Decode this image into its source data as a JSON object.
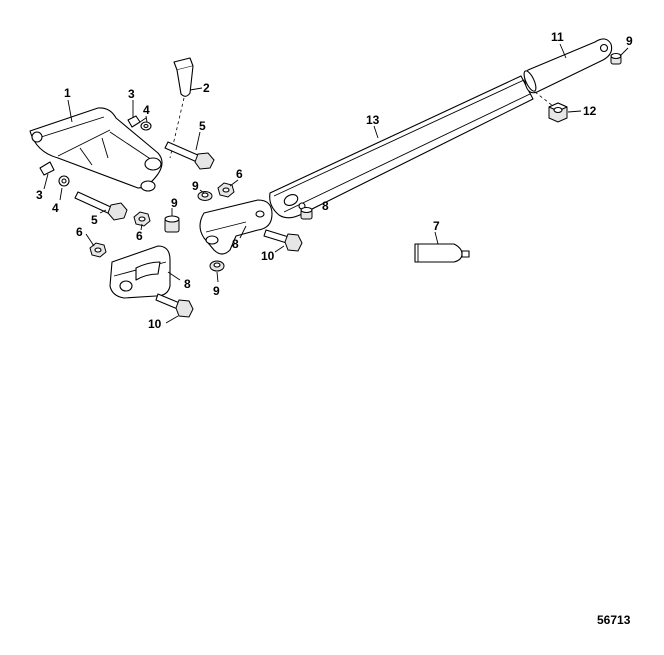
{
  "diagram": {
    "figure_number": "56713",
    "callouts": {
      "c1": "1",
      "c2": "2",
      "c3a": "3",
      "c3b": "3",
      "c4a": "4",
      "c4b": "4",
      "c5a": "5",
      "c5b": "5",
      "c6a": "6",
      "c6b": "6",
      "c6c": "6",
      "c7": "7",
      "c8a": "8",
      "c8b": "8",
      "c8c": "8",
      "c9a": "9",
      "c9b": "9",
      "c9c": "9",
      "c9d": "9",
      "c10a": "10",
      "c10b": "10",
      "c11": "11",
      "c12": "12",
      "c13": "13"
    }
  }
}
